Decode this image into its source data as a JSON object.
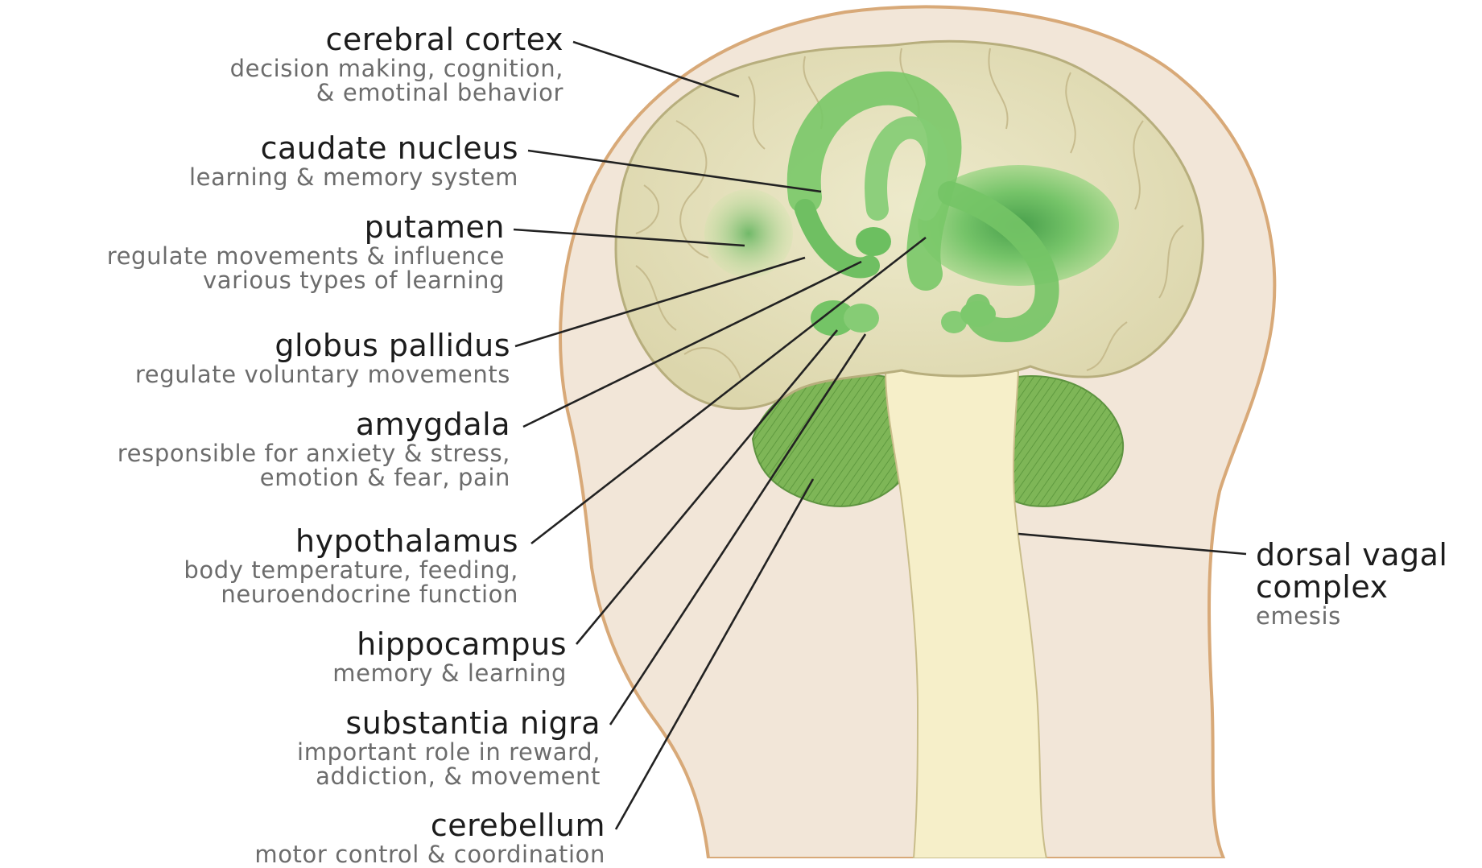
{
  "labels": {
    "cerebral_cortex": {
      "title": "cerebral cortex",
      "line1": "decision making, cognition,",
      "line2": "& emotinal behavior"
    },
    "caudate_nucleus": {
      "title": "caudate nucleus",
      "line1": "learning & memory system"
    },
    "putamen": {
      "title": "putamen",
      "line1": "regulate movements & influence",
      "line2": "various types of learning"
    },
    "globus_pallidus": {
      "title": "globus pallidus",
      "line1": "regulate voluntary movements"
    },
    "amygdala": {
      "title": "amygdala",
      "line1": "responsible for anxiety & stress,",
      "line2": "emotion & fear, pain"
    },
    "hypothalamus": {
      "title": "hypothalamus",
      "line1": "body temperature, feeding,",
      "line2": "neuroendocrine function"
    },
    "hippocampus": {
      "title": "hippocampus",
      "line1": "memory & learning"
    },
    "substantia_nigra": {
      "title": "substantia nigra",
      "line1": "important role in reward,",
      "line2": "addiction, & movement"
    },
    "cerebellum": {
      "title": "cerebellum",
      "line1": "motor control & coordination"
    },
    "dorsal_vagal_complex": {
      "title1": "dorsal vagal",
      "title2": "complex",
      "line1": "emesis"
    }
  },
  "colors": {
    "head_fill": "#f2e6d8",
    "head_outline": "#d8a978",
    "brain_fill": "#e7e2bd",
    "brain_outline": "#b7ae7d",
    "basal_ganglia": "#7ccd6c",
    "cerebellum": "#7bb555",
    "brainstem": "#f6efc9",
    "leader_line": "#222222"
  }
}
